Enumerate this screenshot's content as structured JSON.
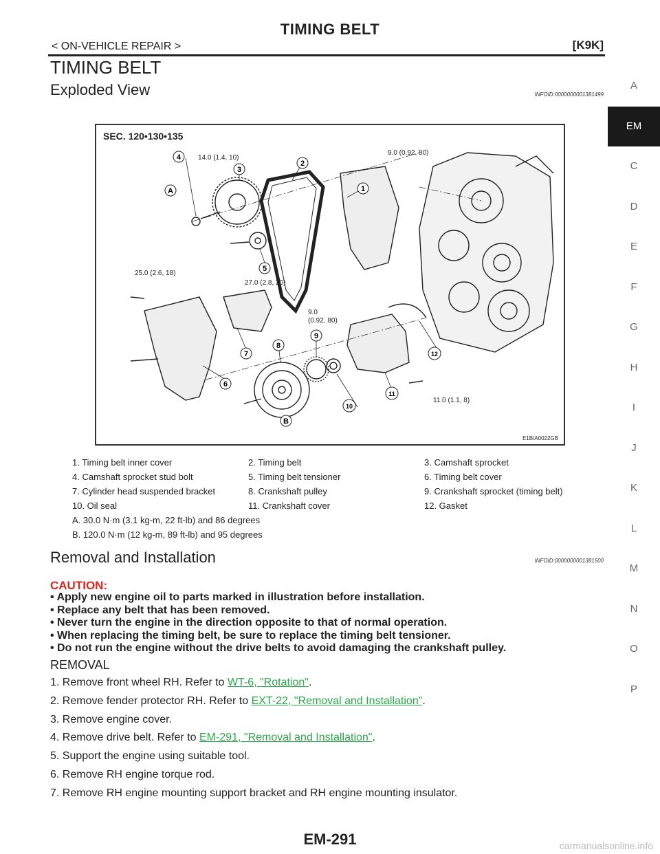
{
  "header": {
    "title": "TIMING BELT",
    "breadcrumb": "< ON-VEHICLE REPAIR >",
    "engine_code": "[K9K]"
  },
  "page_title": "TIMING BELT",
  "exploded_view": {
    "heading": "Exploded View",
    "infoid": "INFOID:0000000001381499"
  },
  "figure": {
    "sec_label": "SEC. 120•130•135",
    "image_code": "E1BIA0022GB",
    "torque_labels": {
      "t1": "14.0 (1.4, 10)",
      "t2": "9.0 (0.92, 80)",
      "t3": "25.0 (2.6, 18)",
      "t4": "27.0 (2.8, 20)",
      "t5a": "9.0",
      "t5b": "(0.92, 80)",
      "t6": "11.0 (1.1, 8)"
    },
    "callouts": [
      "1",
      "2",
      "3",
      "4",
      "5",
      "6",
      "7",
      "8",
      "9",
      "10",
      "11",
      "12"
    ],
    "letter_a": "A",
    "letter_b": "B"
  },
  "legend": [
    [
      "1. Timing belt inner cover",
      "2. Timing belt",
      "3. Camshaft sprocket"
    ],
    [
      "4. Camshaft sprocket stud bolt",
      "5. Timing belt tensioner",
      "6. Timing belt cover"
    ],
    [
      "7. Cylinder head suspended bracket",
      "8. Crankshaft pulley",
      "9. Crankshaft sprocket (timing belt)"
    ],
    [
      "10. Oil seal",
      "11. Crankshaft cover",
      "12. Gasket"
    ],
    [
      "A. 30.0 N·m (3.1 kg-m, 22 ft-lb) and 86 degrees",
      "",
      ""
    ],
    [
      "B. 120.0 N·m (12 kg-m, 89 ft-lb) and 95 degrees",
      "",
      ""
    ]
  ],
  "removal_installation": {
    "heading": "Removal and Installation",
    "infoid": "INFOID:0000000001381500"
  },
  "caution": {
    "title": "CAUTION:",
    "items": [
      "Apply new engine oil to parts marked in illustration before installation.",
      "Replace any belt that has been removed.",
      "Never turn the engine in the direction opposite to that of normal operation.",
      "When replacing the timing belt, be sure to replace the timing belt tensioner.",
      "Do not run the engine without the drive belts to avoid damaging the crankshaft pulley."
    ]
  },
  "removal": {
    "heading": "REMOVAL",
    "steps": [
      {
        "text": "1. Remove front wheel RH. Refer to ",
        "link": "WT-6, \"Rotation\"",
        "end": "."
      },
      {
        "text": "2. Remove fender protector RH. Refer to ",
        "link": "EXT-22, \"Removal and Installation\"",
        "end": "."
      },
      {
        "text": "3. Remove engine cover.",
        "link": "",
        "end": ""
      },
      {
        "text": "4. Remove drive belt. Refer to ",
        "link": "EM-291, \"Removal and Installation\"",
        "end": "."
      },
      {
        "text": "5. Support the engine using suitable tool.",
        "link": "",
        "end": ""
      },
      {
        "text": "6. Remove RH engine torque rod.",
        "link": "",
        "end": ""
      },
      {
        "text": "7. Remove RH engine mounting support bracket and RH engine mounting insulator.",
        "link": "",
        "end": ""
      }
    ]
  },
  "side_tabs": [
    "A",
    "EM",
    "C",
    "D",
    "E",
    "F",
    "G",
    "H",
    "I",
    "J",
    "K",
    "L",
    "M",
    "N",
    "O",
    "P"
  ],
  "side_tab_active": "EM",
  "page_number": "EM-291",
  "watermark": "carmanualsonline.info"
}
